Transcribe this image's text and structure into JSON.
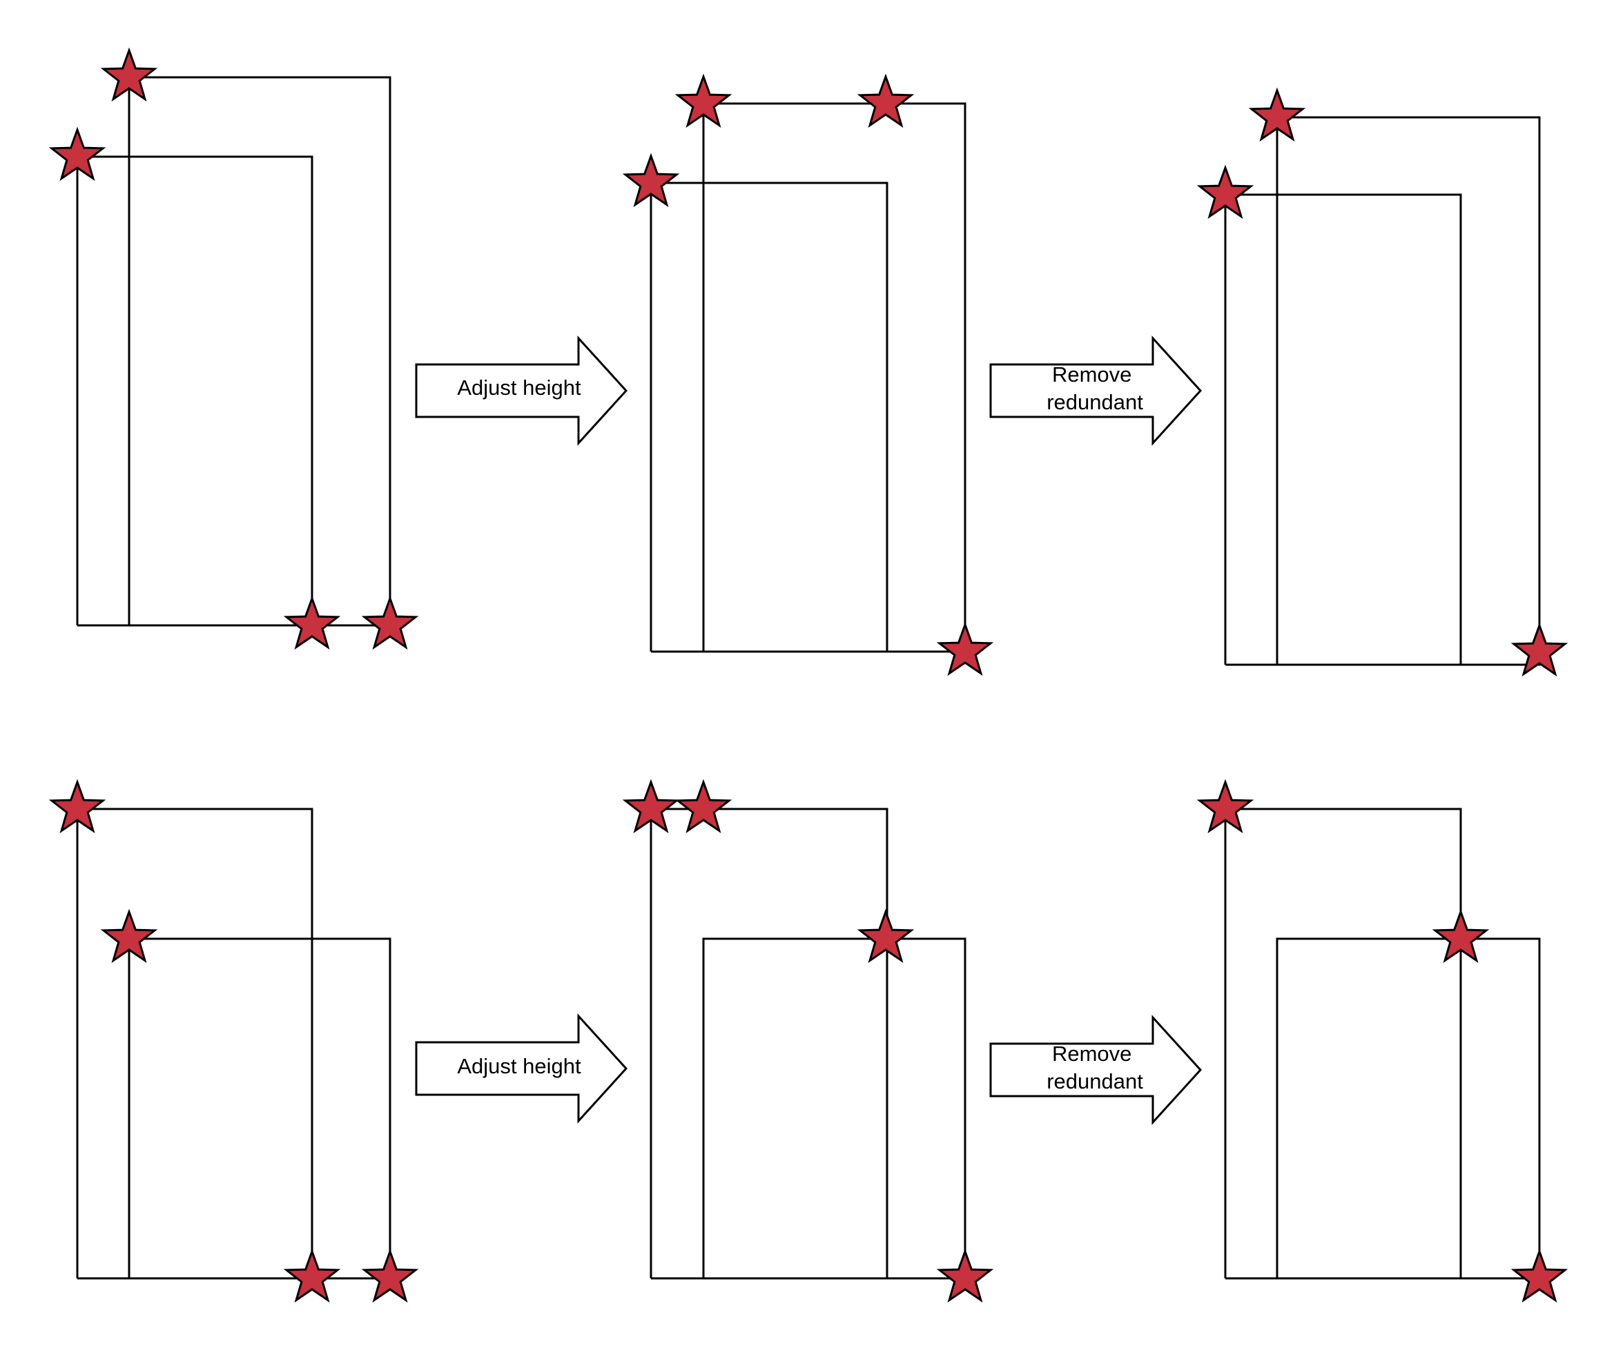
{
  "colors": {
    "star_fill": "#c8313e",
    "line": "#000000",
    "background": "#ffffff"
  },
  "icons": {
    "marker": "star-icon"
  },
  "arrows": [
    {
      "id": "top-adjust",
      "label_lines": [
        "Adjust height"
      ]
    },
    {
      "id": "top-remove",
      "label_lines": [
        "Remove",
        "redundant"
      ]
    },
    {
      "id": "bottom-adjust",
      "label_lines": [
        "Adjust height"
      ]
    },
    {
      "id": "bottom-remove",
      "label_lines": [
        "Remove",
        "redundant"
      ]
    }
  ]
}
